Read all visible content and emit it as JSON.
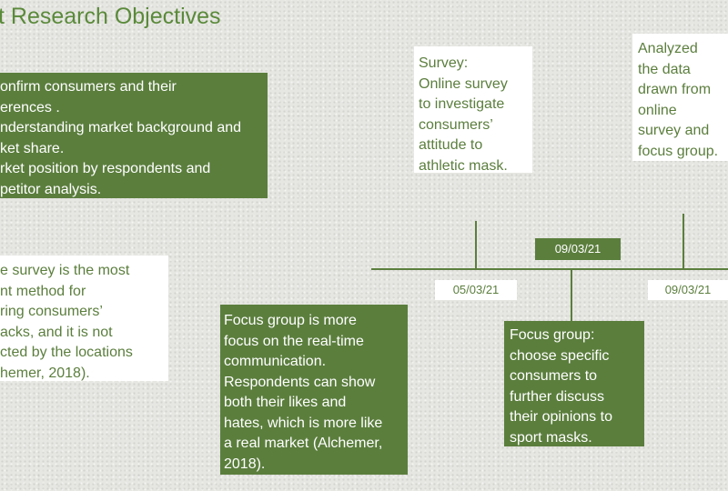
{
  "title": "t Research Objectives",
  "objectives_box": {
    "lines": [
      "onfirm consumers and their",
      "erences .",
      "nderstanding market background and",
      "ket share.",
      "rket position by respondents and",
      "petitor analysis."
    ]
  },
  "survey_note": {
    "lines": [
      "e survey is the most",
      "nt method for",
      "ring consumers’",
      "acks, and it is not",
      "cted by the locations",
      "hemer, 2018)."
    ]
  },
  "focus_note": {
    "lines": [
      "Focus group is more",
      "focus on the real-time",
      "communication.",
      "Respondents can show",
      "both their likes and",
      "hates, which is more like",
      "a real market (Alchemer,",
      "2018)."
    ]
  },
  "timeline": {
    "survey_event": {
      "lines": [
        "Survey:",
        "Online survey",
        "to investigate",
        "consumers’",
        "attitude to",
        "athletic mask."
      ],
      "date": "05/03/21"
    },
    "focus_group_event": {
      "lines": [
        "Focus group:",
        "choose specific",
        "consumers to",
        "further discuss",
        "their opinions to",
        "sport masks."
      ],
      "date": "09/03/21"
    },
    "analysis_event": {
      "lines": [
        "Analyzed",
        "the data",
        "drawn from",
        "online",
        "survey and",
        "focus group."
      ],
      "date": "09/03/21"
    }
  },
  "colors": {
    "accent_green": "#5b7e3d",
    "title_green": "#5a8a3a",
    "box_white": "#ffffff",
    "background": "#e6e6e2"
  }
}
